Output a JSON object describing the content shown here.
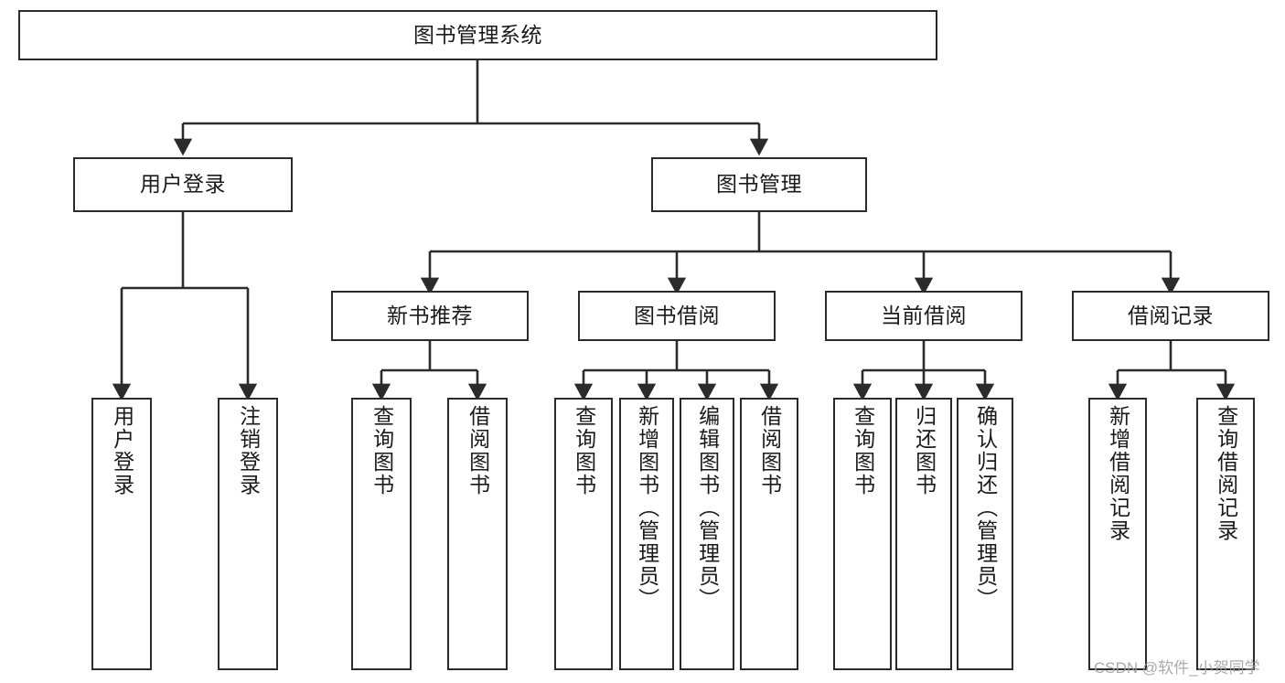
{
  "diagram": {
    "title": "图书管理系统",
    "type": "tree-hierarchy-chart",
    "colors": {
      "background": "#ffffff",
      "box_border": "#2b2b2b",
      "box_fill": "#ffffff",
      "edge": "#2b2b2b",
      "text": "#1a1a1a",
      "watermark": "#9c9c9c"
    },
    "root": {
      "label": "图书管理系统"
    },
    "branches": [
      {
        "id": "user-login",
        "label": "用户登录"
      },
      {
        "id": "book-management",
        "label": "图书管理"
      }
    ],
    "sub_branches": [
      {
        "id": "new-book-recommend",
        "label": "新书推荐"
      },
      {
        "id": "book-borrow",
        "label": "图书借阅"
      },
      {
        "id": "current-borrow",
        "label": "当前借阅"
      },
      {
        "id": "borrow-record",
        "label": "借阅记录"
      }
    ],
    "leaves": [
      {
        "id": "leaf-user-login",
        "label": "用户登录",
        "parent": "user-login"
      },
      {
        "id": "leaf-logout-login",
        "label": "注销登录",
        "parent": "user-login"
      },
      {
        "id": "leaf-query-book-1",
        "label": "查询图书",
        "parent": "new-book-recommend"
      },
      {
        "id": "leaf-borrow-book-1",
        "label": "借阅图书",
        "parent": "new-book-recommend"
      },
      {
        "id": "leaf-query-book-2",
        "label": "查询图书",
        "parent": "book-borrow"
      },
      {
        "id": "leaf-add-book",
        "label": "新增图书（管理员）",
        "parent": "book-borrow"
      },
      {
        "id": "leaf-edit-book",
        "label": "编辑图书（管理员）",
        "parent": "book-borrow"
      },
      {
        "id": "leaf-borrow-book-2",
        "label": "借阅图书",
        "parent": "book-borrow"
      },
      {
        "id": "leaf-query-book-3",
        "label": "查询图书",
        "parent": "current-borrow"
      },
      {
        "id": "leaf-return-book",
        "label": "归还图书",
        "parent": "current-borrow"
      },
      {
        "id": "leaf-confirm-return",
        "label": "确认归还（管理员）",
        "parent": "current-borrow"
      },
      {
        "id": "leaf-add-borrow-record",
        "label": "新增借阅记录",
        "parent": "borrow-record"
      },
      {
        "id": "leaf-query-borrow-record",
        "label": "查询借阅记录",
        "parent": "borrow-record"
      }
    ],
    "watermark": "CSDN @软件_小贺同学"
  }
}
